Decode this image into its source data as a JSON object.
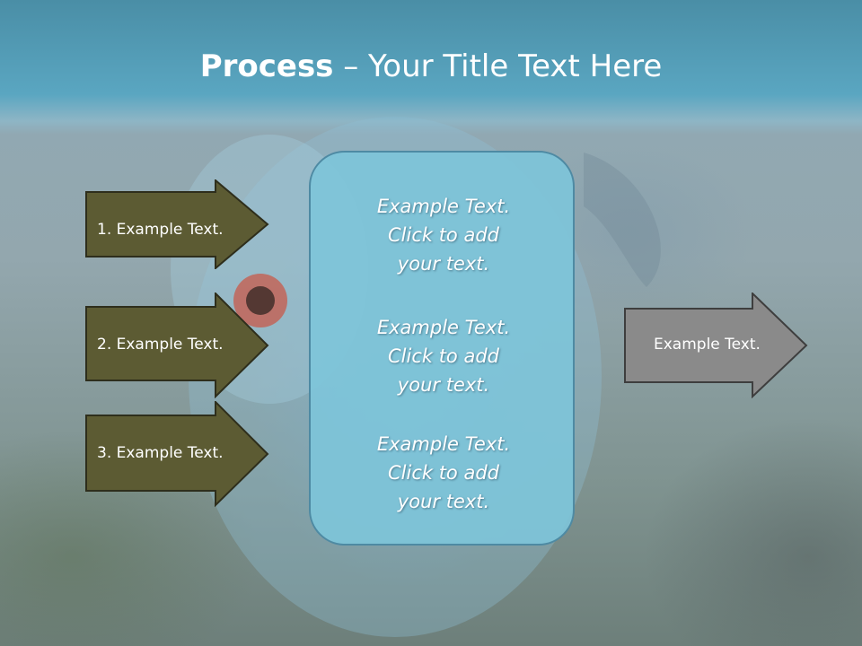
{
  "title": {
    "bold": "Process",
    "rest": " – Your Title Text Here"
  },
  "steps": [
    {
      "label": "1. Example Text."
    },
    {
      "label": "2. Example Text."
    },
    {
      "label": "3. Example Text."
    }
  ],
  "center_blocks": [
    {
      "line1": "Example Text.",
      "line2": "Click  to add",
      "line3": "your text."
    },
    {
      "line1": "Example Text.",
      "line2": "Click  to add",
      "line3": "your text."
    },
    {
      "line1": "Example Text.",
      "line2": "Click  to add",
      "line3": "your text."
    }
  ],
  "output": {
    "label": "Example Text."
  },
  "colors": {
    "step_fill": "#5c5b33",
    "output_fill": "#8a8a8a",
    "center_fill": "#7ec4d9"
  }
}
